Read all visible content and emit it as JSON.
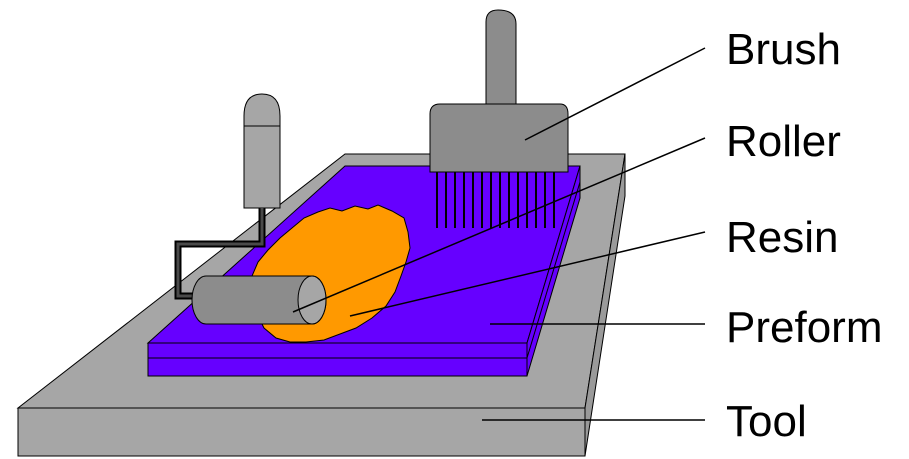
{
  "labels": {
    "brush": "Brush",
    "roller": "Roller",
    "resin": "Resin",
    "preform": "Preform",
    "tool": "Tool"
  },
  "colors": {
    "tool": "#a6a6a6",
    "preform": "#6600ff",
    "resin": "#ff9900",
    "implement": "#8c8c8c",
    "line": "#000000"
  }
}
